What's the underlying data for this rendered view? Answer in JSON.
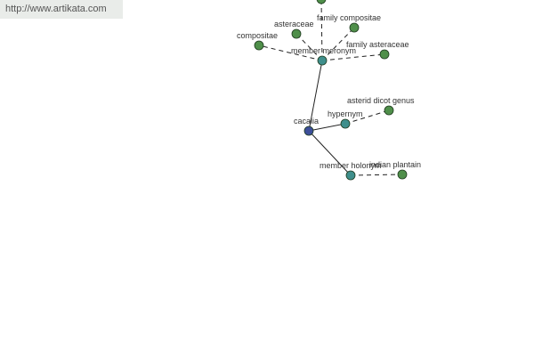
{
  "source_link": "http://www.artikata.com",
  "colors": {
    "root": "#3d4f9a",
    "relation": "#3f8f8c",
    "term": "#4f8f4a"
  },
  "nodes": {
    "cacalia": "cacalia",
    "hypernym": "hypernym",
    "member_meronym": "member meronym",
    "member_holonym": "member holonym",
    "asterid_dicot_genus": "asterid dicot genus",
    "indian_plantain": "indian plantain",
    "compositae": "compositae",
    "asteraceae": "asteraceae",
    "family_compositae": "family compositae",
    "family_asteraceae": "family asteraceae"
  }
}
